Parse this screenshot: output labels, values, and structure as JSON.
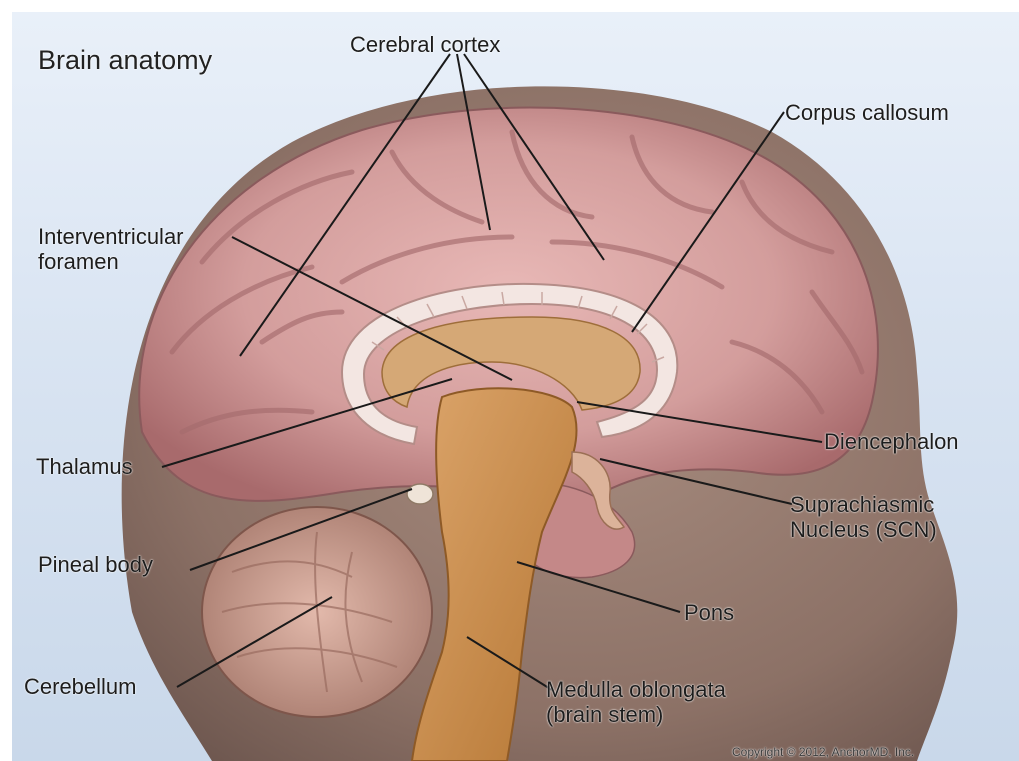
{
  "title": "Brain anatomy",
  "labels": {
    "cerebral_cortex": "Cerebral cortex",
    "corpus_callosum": "Corpus callosum",
    "interventricular_foramen": "Interventricular\nforamen",
    "thalamus": "Thalamus",
    "diencephalon": "Diencephalon",
    "suprachiasmic_nucleus": "Suprachiasmic\nNucleus (SCN)",
    "pineal_body": "Pineal body",
    "pons": "Pons",
    "cerebellum": "Cerebellum",
    "medulla_oblongata": "Medulla oblongata\n(brain stem)"
  },
  "copyright": "Copyright © 2012, AnchorMD, Inc.",
  "colors": {
    "background": "#dde7f3",
    "skin": "#9a7f73",
    "cortex": "#c98f8f",
    "brainstem": "#c98d4a",
    "leader_line": "#1a1a1a"
  }
}
